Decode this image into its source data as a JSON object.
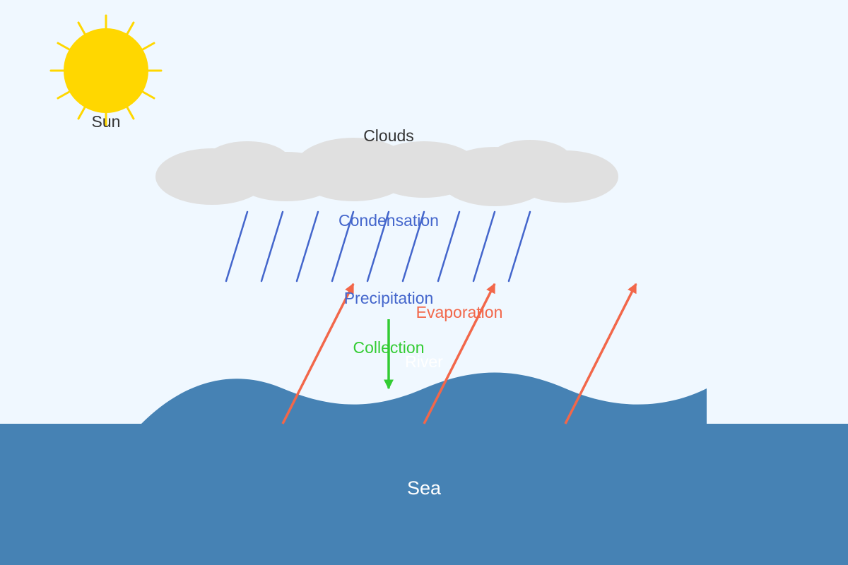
{
  "labels": {
    "sun": "Sun",
    "clouds": "Clouds",
    "condensation": "Condensation",
    "precipitation": "Precipitation",
    "evaporation": "Evaporation",
    "collection": "Collection",
    "river": "River",
    "sea": "Sea"
  },
  "colors": {
    "sky": "#F0F8FF",
    "sun": "#FFD700",
    "cloud": "#E0E0E0",
    "rain": "#4466CC",
    "evaporation": "#F2674A",
    "collection": "#33CC33",
    "water": "#4682B4",
    "text_dark": "#333333",
    "text_light": "#FFFFFF"
  },
  "icons": {
    "sun": "sun-icon",
    "cloud": "cloud-icon",
    "rain": "rain-icon",
    "evaporation_arrow": "arrow-up-icon",
    "collection_arrow": "arrow-down-icon"
  }
}
